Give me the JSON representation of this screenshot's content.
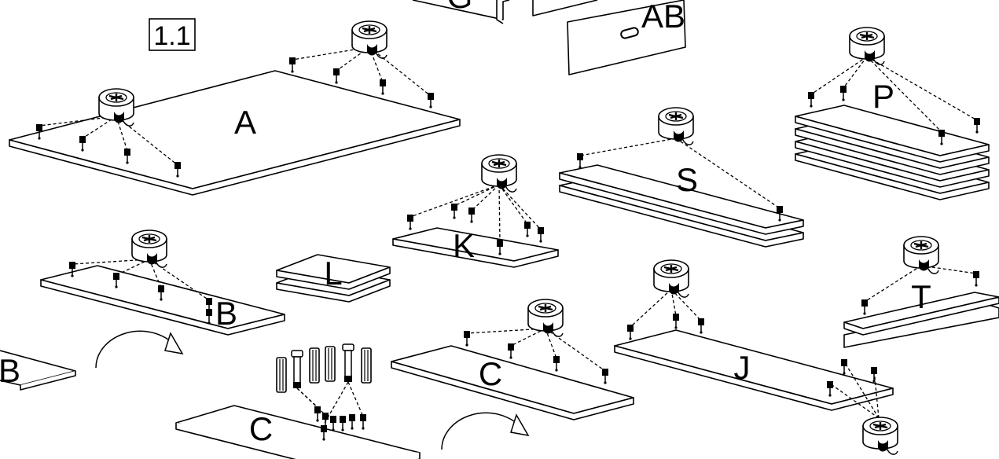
{
  "step_label": "1.1",
  "part_labels": {
    "A": "A",
    "AB": "AB",
    "G": "G",
    "P": "P",
    "S": "S",
    "K": "K",
    "L": "L",
    "B_main": "B",
    "B_left": "B",
    "C_main": "C",
    "C_bottom": "C",
    "J": "J",
    "T": "T"
  }
}
